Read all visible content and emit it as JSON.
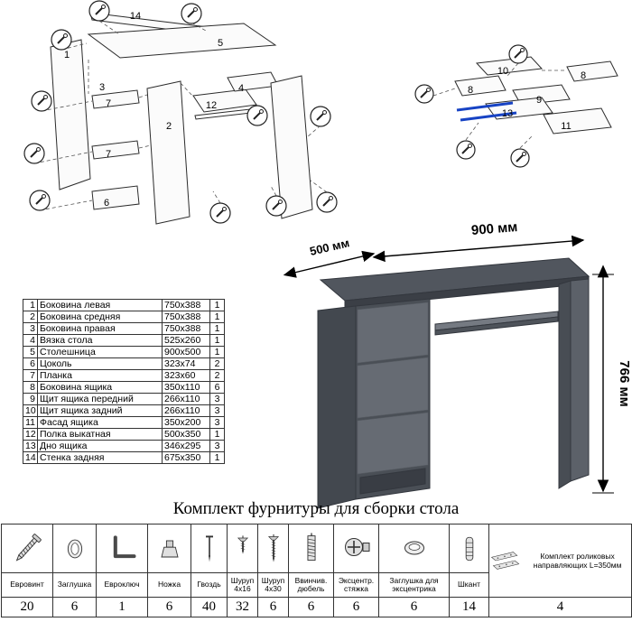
{
  "hardware": {
    "title": "Комплект фурнитуры для сборки стола",
    "items": [
      {
        "name": "Евровинт",
        "qty": "20",
        "icon": "euroscrew-icon"
      },
      {
        "name": "Заглушка",
        "qty": "6",
        "icon": "cap-icon"
      },
      {
        "name": "Евроключ",
        "qty": "1",
        "icon": "hexkey-icon"
      },
      {
        "name": "Ножка",
        "qty": "6",
        "icon": "foot-icon"
      },
      {
        "name": "Гвоздь",
        "qty": "40",
        "icon": "nail-icon"
      },
      {
        "name": "Шуруп 4х16",
        "qty": "32",
        "icon": "screw-short-icon"
      },
      {
        "name": "Шуруп 4х30",
        "qty": "6",
        "icon": "screw-long-icon"
      },
      {
        "name": "Ввинчив. дюбель",
        "qty": "6",
        "icon": "threaded-dowel-icon"
      },
      {
        "name": "Эксцентр. стяжка",
        "qty": "6",
        "icon": "cam-lock-icon"
      },
      {
        "name": "Заглушка для эксцентрика",
        "qty": "6",
        "icon": "cam-cap-icon"
      },
      {
        "name": "Шкант",
        "qty": "14",
        "icon": "wood-dowel-icon"
      },
      {
        "name": "Комплект роликовых направляющих L=350мм",
        "qty": "4",
        "icon": "drawer-slides-icon"
      }
    ]
  },
  "parts": {
    "rows": [
      {
        "num": "1",
        "name": "Боковина левая",
        "size": "750х388",
        "qty": "1"
      },
      {
        "num": "2",
        "name": "Боковина средняя",
        "size": "750х388",
        "qty": "1"
      },
      {
        "num": "3",
        "name": "Боковина правая",
        "size": "750х388",
        "qty": "1"
      },
      {
        "num": "4",
        "name": "Вязка стола",
        "size": "525х260",
        "qty": "1"
      },
      {
        "num": "5",
        "name": "Столешница",
        "size": "900х500",
        "qty": "1"
      },
      {
        "num": "6",
        "name": "Цоколь",
        "size": "323х74",
        "qty": "2"
      },
      {
        "num": "7",
        "name": "Планка",
        "size": "323х60",
        "qty": "2"
      },
      {
        "num": "8",
        "name": "Боковина ящика",
        "size": "350х110",
        "qty": "6"
      },
      {
        "num": "9",
        "name": "Щит ящика передний",
        "size": "266х110",
        "qty": "3"
      },
      {
        "num": "10",
        "name": "Щит ящика задний",
        "size": "266х110",
        "qty": "3"
      },
      {
        "num": "11",
        "name": "Фасад ящика",
        "size": "350х200",
        "qty": "3"
      },
      {
        "num": "12",
        "name": "Полка выкатная",
        "size": "500х350",
        "qty": "1"
      },
      {
        "num": "13",
        "name": "Дно ящика",
        "size": "346х295",
        "qty": "3"
      },
      {
        "num": "14",
        "name": "Стенка задняя",
        "size": "675х350",
        "qty": "1"
      }
    ]
  },
  "desk": {
    "dim_width": "900 мм",
    "dim_depth": "500 мм",
    "dim_height": "766 мм"
  },
  "diagram": {
    "main_labels": [
      "14",
      "5",
      "1",
      "3",
      "7",
      "12",
      "4",
      "2",
      "7",
      "6"
    ],
    "drawer_labels": [
      "10",
      "8",
      "8",
      "9",
      "13",
      "11"
    ]
  },
  "colors": {
    "desk_gray": "#666b73",
    "slide_blue": "#1743c4"
  }
}
